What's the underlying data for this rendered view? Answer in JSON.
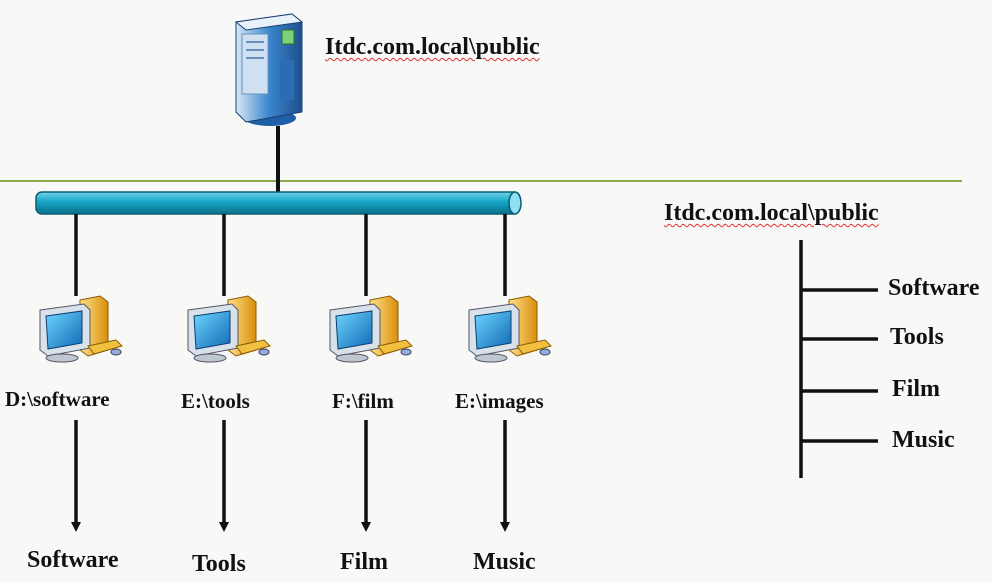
{
  "server": {
    "share_path": "Itdc.com.local\\public",
    "icon": "server-tower-icon"
  },
  "shares": [
    {
      "drive_path": "D:\\software",
      "folder": "Software",
      "icon": "workstation-icon"
    },
    {
      "drive_path": "E:\\tools",
      "folder": "Tools",
      "icon": "workstation-icon"
    },
    {
      "drive_path": "F:\\film",
      "folder": "Film",
      "icon": "workstation-icon"
    },
    {
      "drive_path": "E:\\images",
      "folder": "Music",
      "icon": "workstation-icon"
    }
  ],
  "tree": {
    "root": "Itdc.com.local\\public",
    "children": [
      "Software",
      "Tools",
      "Film",
      "Music"
    ]
  },
  "colors": {
    "bus": "#14a5c6",
    "divider": "#8aa84a",
    "server_body": "#2f73b8",
    "monitor_screen": "#1b8fd6",
    "cpu_case": "#f0b020"
  }
}
